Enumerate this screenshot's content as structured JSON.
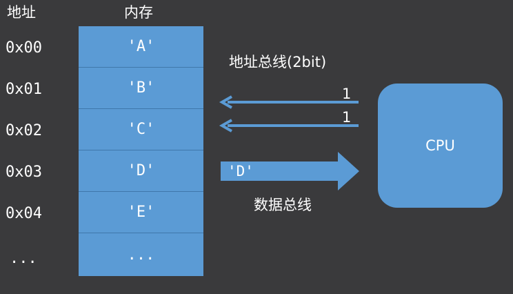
{
  "headers": {
    "address": "地址",
    "memory": "内存"
  },
  "rows": [
    {
      "address": "0x00",
      "value": "'A'"
    },
    {
      "address": "0x01",
      "value": "'B'"
    },
    {
      "address": "0x02",
      "value": "'C'"
    },
    {
      "address": "0x03",
      "value": "'D'"
    },
    {
      "address": "0x04",
      "value": "'E'"
    },
    {
      "address": "...",
      "value": "..."
    }
  ],
  "address_bus": {
    "label": "地址总线(2bit)",
    "bit1": "1",
    "bit2": "1"
  },
  "data_bus": {
    "label": "数据总线",
    "value": "'D'"
  },
  "cpu": {
    "label": "CPU"
  },
  "colors": {
    "background": "#3a3a3c",
    "block": "#5b9bd5",
    "text": "#ffffff"
  }
}
